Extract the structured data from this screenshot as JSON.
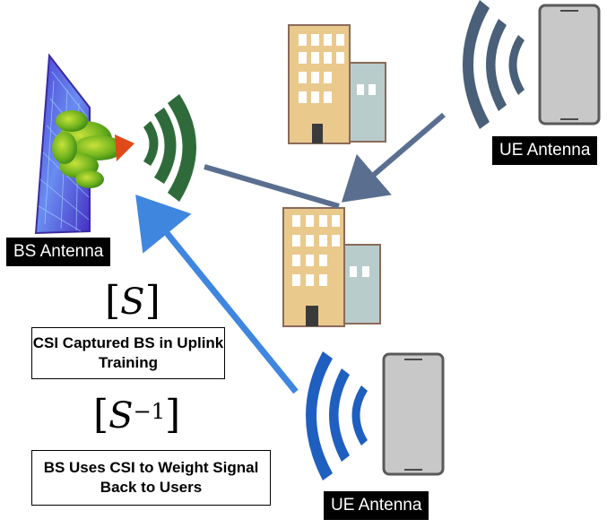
{
  "labels": {
    "bs_antenna": "BS Antenna",
    "ue_antenna_top": "UE Antenna",
    "ue_antenna_bottom": "UE Antenna"
  },
  "math": {
    "s_symbol": "S",
    "s_inverse_base": "S",
    "s_inverse_exponent": "−1"
  },
  "captions": {
    "csi_captured": "CSI Captured BS in Uplink Training",
    "bs_uses_csi": "BS Uses CSI to Weight Signal Back to Users"
  },
  "colors": {
    "bs_wave": "#2f6b3a",
    "ue_top_wave": "#4a5f78",
    "ue_bottom_wave": "#1f5fc0",
    "downlink_arrow": "#5a6f8f",
    "uplink_arrow": "#3f86df",
    "building": "#e9c98c",
    "building_side": "#b9cccc",
    "phone": "#c8c8c8"
  },
  "icons": [
    "bs-array-antenna-icon",
    "signal-wave-icon",
    "building-icon",
    "smartphone-icon",
    "arrow-icon"
  ]
}
